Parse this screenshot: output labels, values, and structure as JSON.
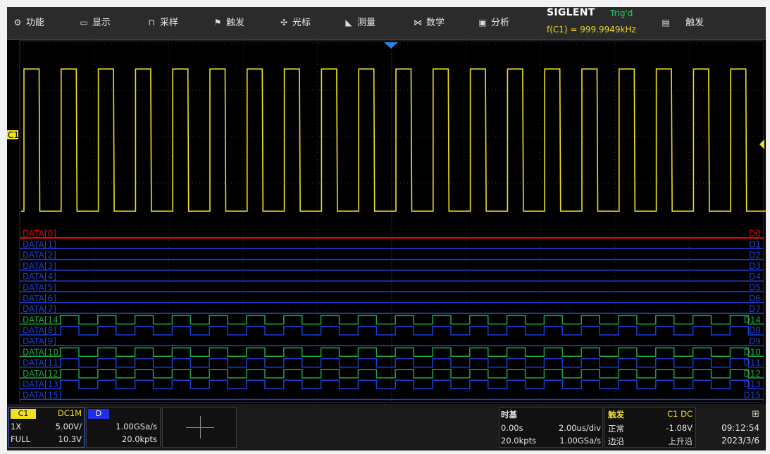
{
  "menu": [
    {
      "icon": "gear-icon",
      "glyph": "⚙",
      "label": "功能"
    },
    {
      "icon": "display-icon",
      "glyph": "▭",
      "label": "显示"
    },
    {
      "icon": "acquire-icon",
      "glyph": "⊓",
      "label": "采样"
    },
    {
      "icon": "flag-icon",
      "glyph": "⚑",
      "label": "触发"
    },
    {
      "icon": "cursor-icon",
      "glyph": "✣",
      "label": "光标"
    },
    {
      "icon": "measure-icon",
      "glyph": "◣",
      "label": "测量"
    },
    {
      "icon": "math-icon",
      "glyph": "⋈",
      "label": "数学"
    },
    {
      "icon": "analysis-icon",
      "glyph": "▣",
      "label": "分析"
    }
  ],
  "brand": {
    "name": "SIGLENT",
    "status": "Trig'd",
    "frequency": "f(C1) = 999.9949kHz"
  },
  "trigger_menu": {
    "icon": "battery-icon",
    "glyph": "▤",
    "label": "触发"
  },
  "channel_marker": "C1",
  "digital_channels": [
    {
      "name": "DATA[0]",
      "tag": "D0",
      "color": "#d01010",
      "kind": "flat"
    },
    {
      "name": "DATA[1]",
      "tag": "D1",
      "color": "#1f3fd8",
      "kind": "flat"
    },
    {
      "name": "DATA[2]",
      "tag": "D2",
      "color": "#1f3fd8",
      "kind": "flat"
    },
    {
      "name": "DATA[3]",
      "tag": "D3",
      "color": "#1f3fd8",
      "kind": "flat"
    },
    {
      "name": "DATA[4]",
      "tag": "D4",
      "color": "#1f3fd8",
      "kind": "flat"
    },
    {
      "name": "DATA[5]",
      "tag": "D5",
      "color": "#1f3fd8",
      "kind": "flat"
    },
    {
      "name": "DATA[6]",
      "tag": "D6",
      "color": "#1f3fd8",
      "kind": "flat"
    },
    {
      "name": "DATA[7]",
      "tag": "D7",
      "color": "#1f3fd8",
      "kind": "flat"
    },
    {
      "name": "DATA[14]",
      "tag": "D14",
      "color": "#1aa84a",
      "kind": "square"
    },
    {
      "name": "DATA[8]",
      "tag": "D8",
      "color": "#1f3fd8",
      "kind": "square"
    },
    {
      "name": "DATA[9]",
      "tag": "D9",
      "color": "#1f3fd8",
      "kind": "flat"
    },
    {
      "name": "DATA[10]",
      "tag": "D10",
      "color": "#1aa84a",
      "kind": "square"
    },
    {
      "name": "DATA[11]",
      "tag": "D11",
      "color": "#1f3fd8",
      "kind": "square"
    },
    {
      "name": "DATA[12]",
      "tag": "D12",
      "color": "#1aa84a",
      "kind": "square"
    },
    {
      "name": "DATA[13]",
      "tag": "D13",
      "color": "#1f3fd8",
      "kind": "square"
    },
    {
      "name": "DATA[15]",
      "tag": "D15",
      "color": "#1f3fd8",
      "kind": "flat"
    }
  ],
  "bottom": {
    "c1": {
      "badge": "C1",
      "coupling": "DC1M",
      "probe": "1X",
      "scale": "5.00V/",
      "bw": "FULL",
      "offset": "10.3V"
    },
    "digital": {
      "badge": "D",
      "sample_rate": "1.00GSa/s",
      "points": "20.0kpts"
    },
    "timebase": {
      "title": "时基",
      "delay": "0.00s",
      "scale": "2.00us/div",
      "memory": "20.0kpts",
      "rate": "1.00GSa/s"
    },
    "trigger": {
      "title": "触发",
      "source": "C1 DC",
      "mode": "正常",
      "level": "-1.08V",
      "type": "边沿",
      "slope": "上升沿"
    },
    "clock": {
      "time": "09:12:54",
      "date": "2023/3/6"
    }
  },
  "colors": {
    "ch1": "#f0e020",
    "grid": "#3a3a3a",
    "trigger_marker": "#2f7fe0"
  }
}
